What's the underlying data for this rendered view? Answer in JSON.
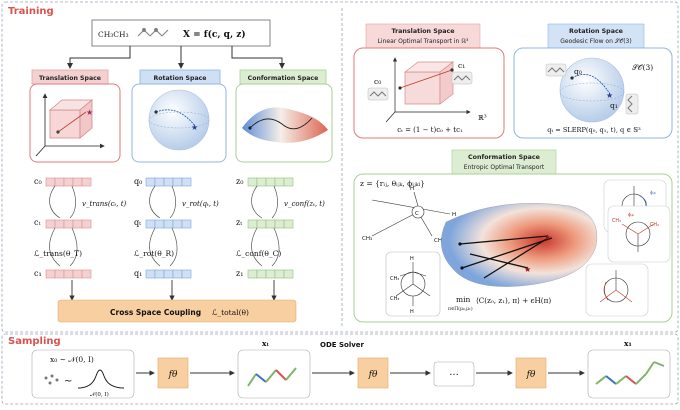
{
  "sections": {
    "training": "Training",
    "sampling": "Sampling"
  },
  "top_formula": {
    "molecule": "CH₃CH₃",
    "eq": "X = f(c, q, z)"
  },
  "spaces": {
    "translation": "Translation Space",
    "rotation": "Rotation Space",
    "conformation": "Conformation Space"
  },
  "columns": {
    "translation": {
      "c0": "c₀",
      "ct": "cₜ",
      "c1": "c₁",
      "velocity": "v_trans(cₜ, t)",
      "loss": "ℒ_trans(θ_T)"
    },
    "rotation": {
      "q0": "q₀",
      "qt": "qₜ",
      "q1": "q₁",
      "velocity": "v_rot(qₜ, t)",
      "loss": "ℒ_rot(θ_R)"
    },
    "conformation": {
      "z0": "z₀",
      "zt": "zₜ",
      "z1": "z₁",
      "velocity": "v_conf(zₜ, t)",
      "loss": "ℒ_conf(θ_C)"
    }
  },
  "coupling": {
    "label": "Cross Space Coupling",
    "loss": "ℒ_total(θ)"
  },
  "translation_panel": {
    "title1": "Translation Space",
    "title2": "Linear Optimal Transport in ℝ³",
    "c0": "c₀",
    "c1": "c₁",
    "r3": "ℝ³",
    "formula": "cₜ = (1 − t)c₀ + tc₁"
  },
  "rotation_panel": {
    "title1": "Rotation Space",
    "title2": "Geodesic Flow on 𝒮𝒪(3)",
    "so3": "𝒮𝒪(3)",
    "q0": "q₀",
    "q1": "q₁",
    "formula": "qₜ = SLERP(q₀, q₁, t), q ∈ 𝕊³"
  },
  "conformation_panel": {
    "title1": "Conformation Space",
    "title2": "Entropic Optimal Transport",
    "z_def": "z = {rᵢⱼ, θᵢⱼₖ, ϕᵢⱼₖₗ}",
    "objective_min": "min",
    "objective_sub": "π∈Π(μ₀,μ₁)",
    "objective": "⟨C(z₀, z₁), π⟩ + ϵH(π)",
    "newman_ch3": "CH₃",
    "newman_h": "H",
    "newman_c": "C",
    "phi": "ϕᵢⱼₖ"
  },
  "sampling": {
    "x0": "x₀ ~ 𝒩(0, I)",
    "normal": "𝒩(0, I)",
    "tilde": "~",
    "f_theta": "fθ",
    "xt": "xₜ",
    "ode": "ODE Solver",
    "dots": "···",
    "x1": "x₁"
  },
  "colors": {
    "translation": "#e8a3a3",
    "rotation": "#8fb6e6",
    "conformation": "#a8cf95",
    "coupling": "#f8cfa0",
    "section": "#d9534f"
  }
}
